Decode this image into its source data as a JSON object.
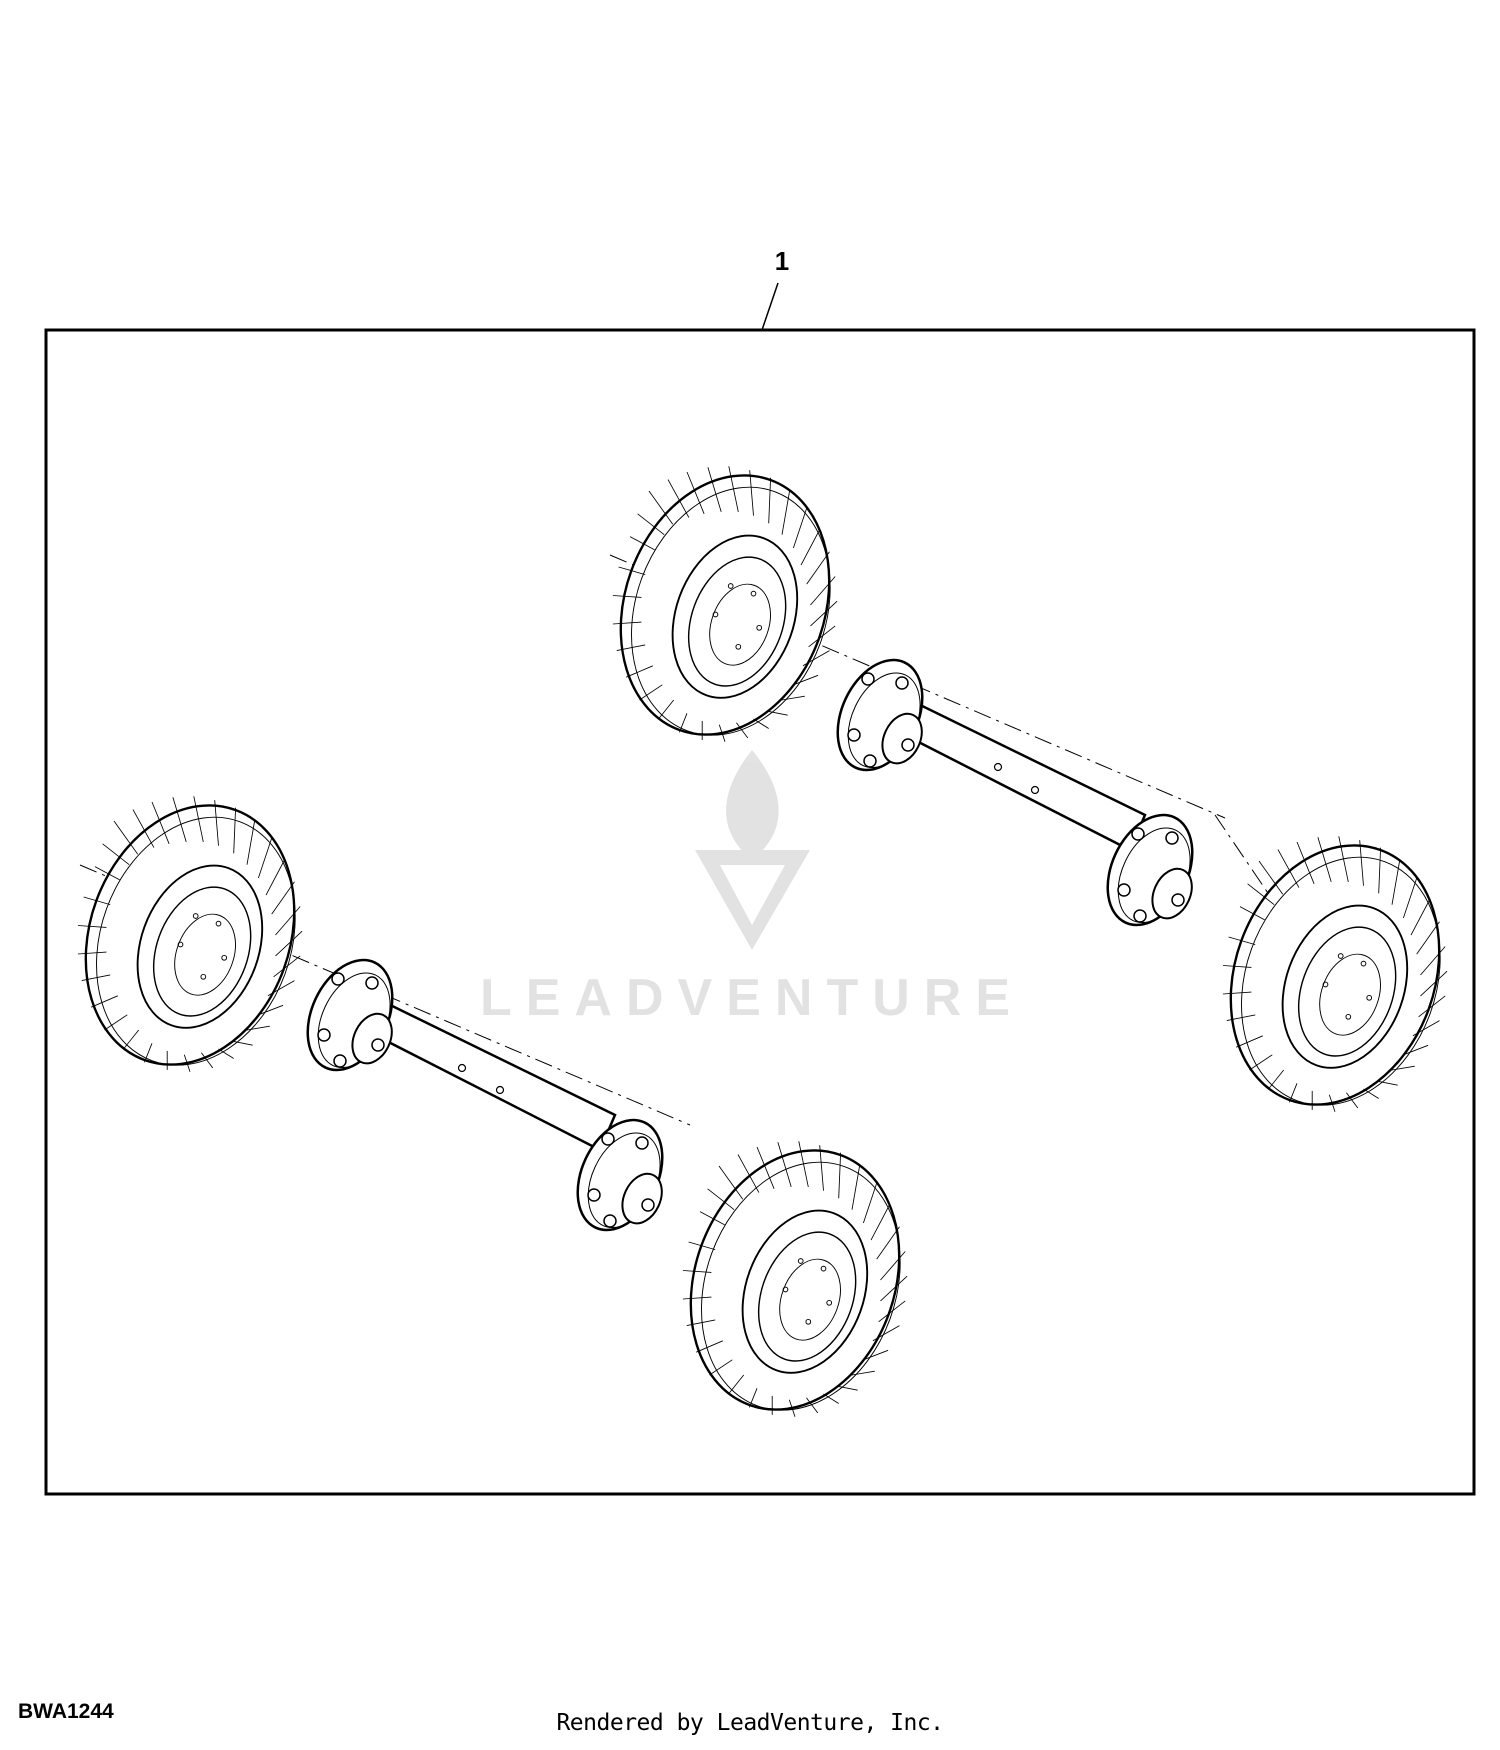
{
  "callout": {
    "number": "1"
  },
  "figure": {
    "code": "BWA1244"
  },
  "footer": {
    "rendered_by": "Rendered by LeadVenture, Inc."
  },
  "watermark": {
    "text": "LEADVENTURE",
    "color": "#cccccc"
  },
  "colors": {
    "line": "#000000",
    "background": "#ffffff"
  },
  "parts": [
    {
      "type": "axle-assembly",
      "count": 2
    },
    {
      "type": "wheel-and-tire",
      "count": 4
    }
  ]
}
